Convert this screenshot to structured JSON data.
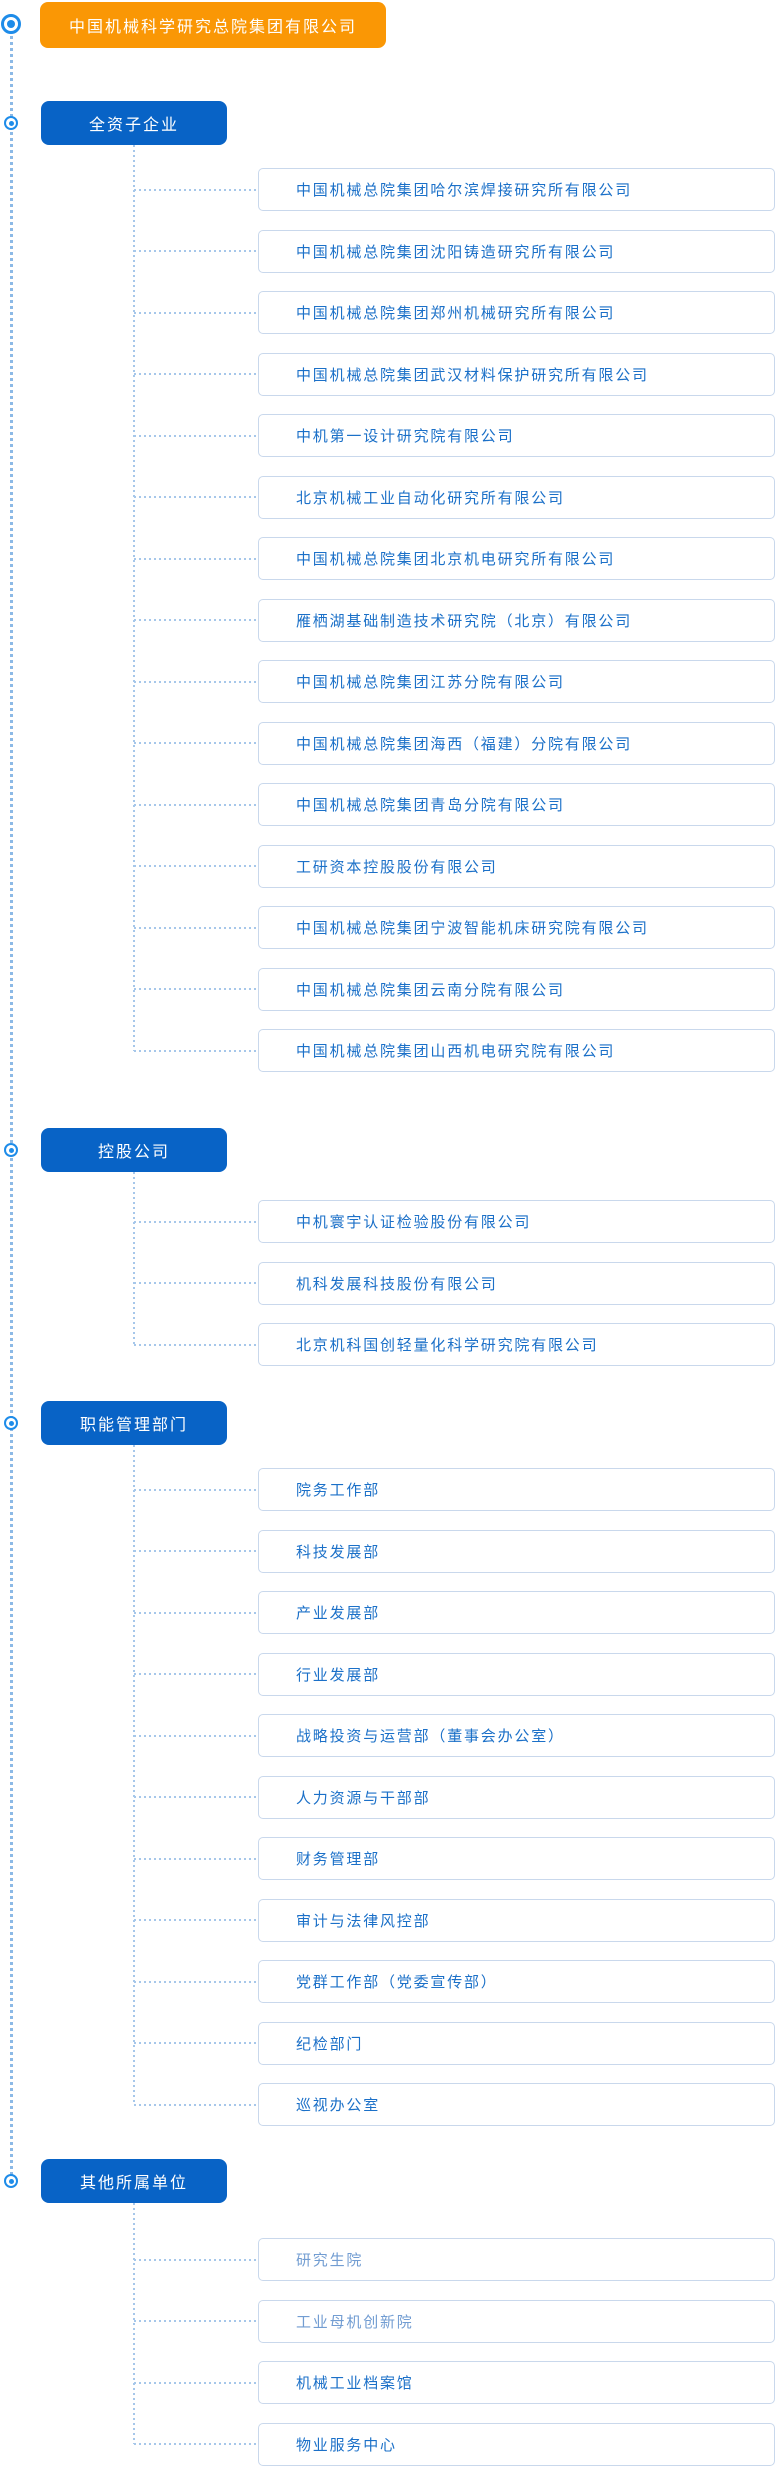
{
  "root": {
    "title": "中国机械科学研究总院集团有限公司"
  },
  "sections": [
    {
      "label": "全资子企业",
      "items": [
        {
          "label": "中国机械总院集团哈尔滨焊接研究所有限公司"
        },
        {
          "label": "中国机械总院集团沈阳铸造研究所有限公司"
        },
        {
          "label": "中国机械总院集团郑州机械研究所有限公司"
        },
        {
          "label": "中国机械总院集团武汉材料保护研究所有限公司"
        },
        {
          "label": "中机第一设计研究院有限公司"
        },
        {
          "label": "北京机械工业自动化研究所有限公司"
        },
        {
          "label": "中国机械总院集团北京机电研究所有限公司"
        },
        {
          "label": "雁栖湖基础制造技术研究院（北京）有限公司"
        },
        {
          "label": "中国机械总院集团江苏分院有限公司"
        },
        {
          "label": "中国机械总院集团海西（福建）分院有限公司"
        },
        {
          "label": "中国机械总院集团青岛分院有限公司"
        },
        {
          "label": "工研资本控股股份有限公司"
        },
        {
          "label": "中国机械总院集团宁波智能机床研究院有限公司"
        },
        {
          "label": "中国机械总院集团云南分院有限公司"
        },
        {
          "label": "中国机械总院集团山西机电研究院有限公司"
        }
      ]
    },
    {
      "label": "控股公司",
      "items": [
        {
          "label": "中机寰宇认证检验股份有限公司"
        },
        {
          "label": "机科发展科技股份有限公司"
        },
        {
          "label": "北京机科国创轻量化科学研究院有限公司"
        }
      ]
    },
    {
      "label": "职能管理部门",
      "items": [
        {
          "label": "院务工作部"
        },
        {
          "label": "科技发展部"
        },
        {
          "label": "产业发展部"
        },
        {
          "label": "行业发展部"
        },
        {
          "label": "战略投资与运营部（董事会办公室）"
        },
        {
          "label": "人力资源与干部部"
        },
        {
          "label": "财务管理部"
        },
        {
          "label": "审计与法律风控部"
        },
        {
          "label": "党群工作部（党委宣传部）"
        },
        {
          "label": "纪检部门"
        },
        {
          "label": "巡视办公室"
        }
      ]
    },
    {
      "label": "其他所属单位",
      "items": [
        {
          "label": "研究生院",
          "muted": true
        },
        {
          "label": "工业母机创新院",
          "muted": true
        },
        {
          "label": "机械工业档案馆"
        },
        {
          "label": "物业服务中心"
        }
      ]
    }
  ],
  "icons": {
    "node_marker": "bullseye-icon"
  },
  "colors": {
    "root_bg": "#fa9705",
    "section_bg": "#0863c6",
    "leaf_text": "#1b70c8",
    "leaf_muted_text": "#729dd2",
    "leaf_border": "#c9d8ec",
    "icon_blue": "#1e8ce9",
    "rail_dots": "#8cb9e6",
    "connector_dots": "#a6c7ea"
  }
}
